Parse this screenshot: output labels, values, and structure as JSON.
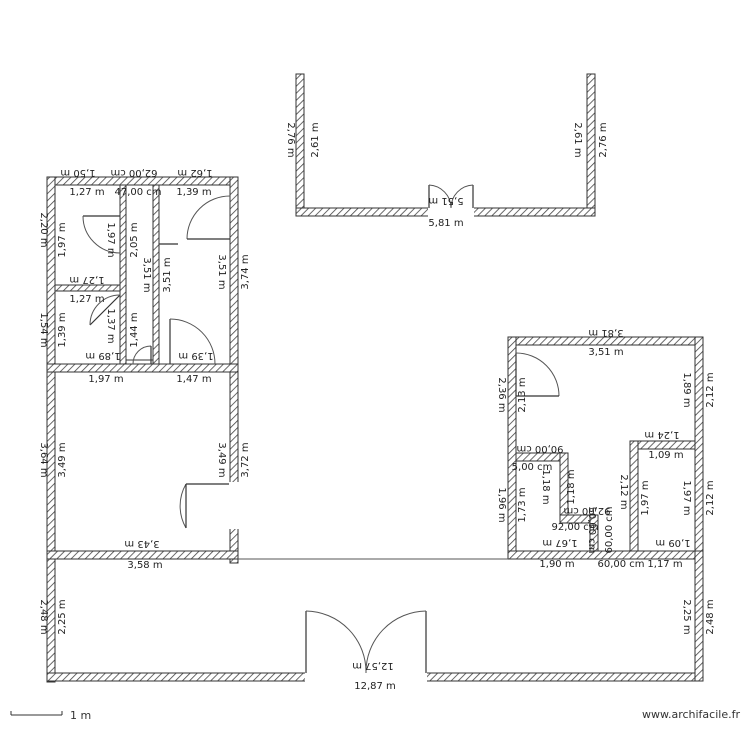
{
  "title": "Floor plan",
  "scale_bar": {
    "label": "1 m"
  },
  "watermark": "www.archifacile.fr",
  "dimensions": {
    "top_room": {
      "left_outer": "2,76 m",
      "left_inner": "2,61 m",
      "right_inner": "2,61 m",
      "right_outer": "2,76 m",
      "bottom_outer": "5,81 m",
      "bottom_inner_rev": "5,51 m"
    },
    "left_block": {
      "top_a": "1,50 m",
      "top_b": "62,00 cm",
      "top_c": "1,62 m",
      "room1_width": "1,27 m",
      "corridor_width": "47,00 cm",
      "room3_width": "1,39 m",
      "outer_left_top": "2,20 m",
      "room1_height": "1,97 m",
      "door_width": "1,97 m",
      "corridor_height": "2,05 m",
      "corridor_rev": "3,51 m",
      "room3_height": "3,51 m",
      "room3_height_b": "3,51 m",
      "outer_right": "3,74 m",
      "room1_bottom_rev": "1,27 m",
      "room2_width": "1,27 m",
      "outer_left_mid": "1,54 m",
      "room2_height": "1,39 m",
      "room2_door": "1,37 m",
      "corridor_low": "1,44 m",
      "room2_bottom_rev": "1,89 m",
      "room3_bottom_rev": "1,39 m",
      "bigroom_width_a": "1,97 m",
      "bigroom_width_b": "1,47 m",
      "outer_left_low": "3,64 m",
      "bigroom_height": "3,49 m",
      "bigroom_height_r": "3,49 m",
      "outer_right_low": "3,72 m",
      "bigroom_bottom_rev": "3,43 m",
      "bigroom_bottom": "3,58 m"
    },
    "right_block": {
      "top_outer_rev": "3,81 m",
      "top_inner": "3,51 m",
      "left_outer": "2,36 m",
      "left_inner": "2,13 m",
      "right_inner": "1,89 m",
      "right_outer": "2,12 m",
      "notch_rev": "1,24 m",
      "sub_width": "1,09 m",
      "notch_height": "2,12 m",
      "sub_height": "1,97 m",
      "sub_right": "2,12 m",
      "small_top": "5,00 cm",
      "small_rev": "90,00 cm",
      "small_side": "1,18 m",
      "small_side_b": "1,18 m",
      "mid_rev": "92,00 cm",
      "mid_w": "92,00 cm",
      "mid_v": "50,00 cm",
      "mid_v2": "60,00 cm",
      "left_low_outer": "1,96 m",
      "left_low_inner": "1,73 m",
      "bottom_rev_a": "1,67 m",
      "bottom_rev_b": "1,09 m",
      "bottom_a": "1,90 m",
      "bottom_b": "60,00 cm",
      "bottom_c": "1,17 m"
    },
    "terrace": {
      "left_outer": "2,48 m",
      "left_inner": "2,25 m",
      "right_inner": "2,25 m",
      "right_outer": "2,48 m",
      "bottom_rev": "12,57 m",
      "bottom": "12,87 m"
    }
  }
}
